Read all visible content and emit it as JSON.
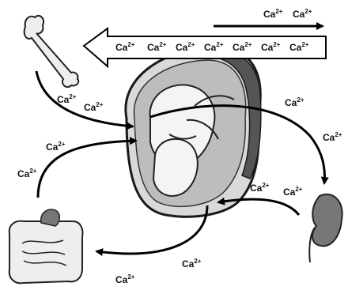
{
  "ion": {
    "base": "Ca",
    "charge": "2+"
  },
  "labels": {
    "top_arrow": [
      "Ca2+",
      "Ca2+"
    ],
    "wide_arrow": [
      "Ca2+",
      "Ca2+",
      "Ca2+",
      "Ca2+",
      "Ca2+",
      "Ca2+",
      "Ca2+"
    ],
    "bone_to_fetus": [
      "Ca2+",
      "Ca2+"
    ],
    "gut_to_fetus": [
      "Ca2+",
      "Ca2+"
    ],
    "fetus_to_kidney": [
      "Ca2+",
      "Ca2+"
    ],
    "kidney_to_fetus": [
      "Ca2+",
      "Ca2+"
    ],
    "fetus_to_gut": [
      "Ca2+",
      "Ca2+"
    ]
  },
  "colors": {
    "uterus_outline": "#1a1a1a",
    "uterus_fill": "#d9d9d9",
    "amniotic": "#bdbdbd",
    "placenta": "#555555",
    "arrow": "#000000"
  }
}
